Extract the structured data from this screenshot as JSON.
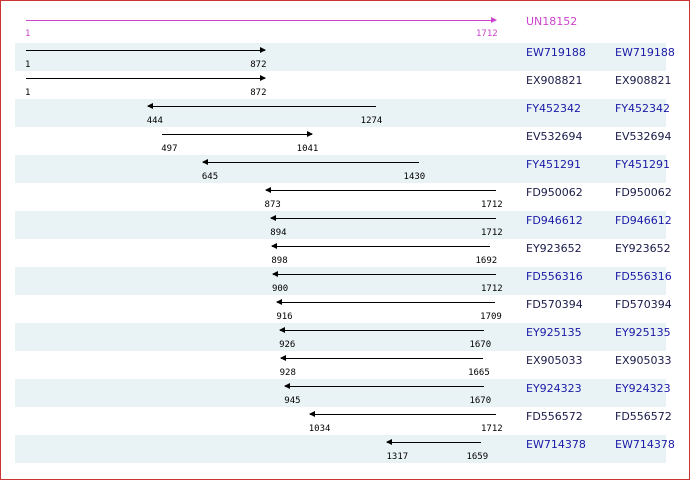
{
  "reference": {
    "accession": "UN18152",
    "start": 1,
    "end": 1712,
    "color": "#cc44cc"
  },
  "scale": {
    "min": 1,
    "max": 1712
  },
  "colors": {
    "link": "#1a1aa6",
    "shade": "#e9f3f6",
    "border": "#cc3333"
  },
  "alignments": [
    {
      "accession": "EW719188",
      "label2": "EW719188",
      "start": 1,
      "end": 872,
      "direction": "right",
      "shaded": true
    },
    {
      "accession": "EX908821",
      "label2": "EX908821",
      "start": 1,
      "end": 872,
      "direction": "right",
      "shaded": false
    },
    {
      "accession": "FY452342",
      "label2": "FY452342",
      "start": 444,
      "end": 1274,
      "direction": "left",
      "shaded": true
    },
    {
      "accession": "EV532694",
      "label2": "EV532694",
      "start": 497,
      "end": 1041,
      "direction": "right",
      "shaded": false
    },
    {
      "accession": "FY451291",
      "label2": "FY451291",
      "start": 645,
      "end": 1430,
      "direction": "left",
      "shaded": true
    },
    {
      "accession": "FD950062",
      "label2": "FD950062",
      "start": 873,
      "end": 1712,
      "direction": "left",
      "shaded": false
    },
    {
      "accession": "FD946612",
      "label2": "FD946612",
      "start": 894,
      "end": 1712,
      "direction": "left",
      "shaded": true
    },
    {
      "accession": "EY923652",
      "label2": "EY923652",
      "start": 898,
      "end": 1692,
      "direction": "left",
      "shaded": false
    },
    {
      "accession": "FD556316",
      "label2": "FD556316",
      "start": 900,
      "end": 1712,
      "direction": "left",
      "shaded": true
    },
    {
      "accession": "FD570394",
      "label2": "FD570394",
      "start": 916,
      "end": 1709,
      "direction": "left",
      "shaded": false
    },
    {
      "accession": "EY925135",
      "label2": "EY925135",
      "start": 926,
      "end": 1670,
      "direction": "left",
      "shaded": true
    },
    {
      "accession": "EX905033",
      "label2": "EX905033",
      "start": 928,
      "end": 1665,
      "direction": "left",
      "shaded": false
    },
    {
      "accession": "EY924323",
      "label2": "EY924323",
      "start": 945,
      "end": 1670,
      "direction": "left",
      "shaded": true
    },
    {
      "accession": "FD556572",
      "label2": "FD556572",
      "start": 1034,
      "end": 1712,
      "direction": "left",
      "shaded": false
    },
    {
      "accession": "EW714378",
      "label2": "EW714378",
      "start": 1317,
      "end": 1659,
      "direction": "left",
      "shaded": true
    }
  ]
}
